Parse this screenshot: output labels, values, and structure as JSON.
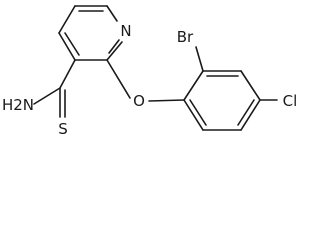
{
  "molecule": {
    "atoms": {
      "pyridine_n": "N",
      "bromine": "Br",
      "ether_o": "O",
      "chlorine": "Cl",
      "amide_n": "H2N",
      "thio_s": "S"
    }
  }
}
